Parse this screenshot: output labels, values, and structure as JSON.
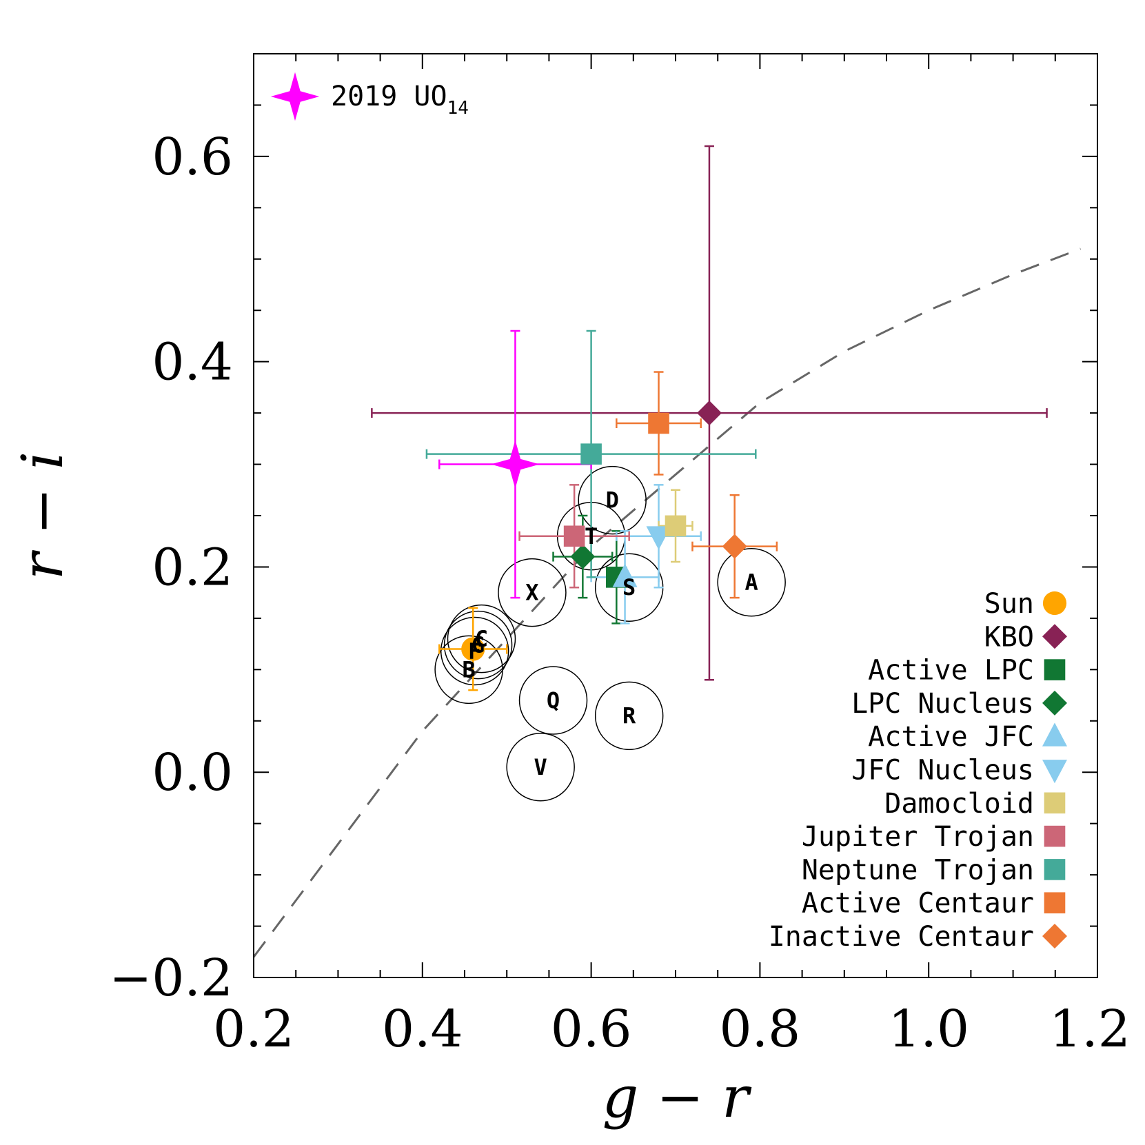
{
  "chart_data": {
    "type": "scatter",
    "xlabel": "g − r",
    "ylabel": "r − i",
    "xlim": [
      0.2,
      1.2
    ],
    "ylim": [
      -0.2,
      0.7
    ],
    "x_ticks": [
      "0.2",
      "0.4",
      "0.6",
      "0.8",
      "1.0",
      "1.2"
    ],
    "y_ticks": [
      "−0.2",
      "0.0",
      "0.2",
      "0.4",
      "0.6"
    ],
    "grid": false,
    "reference_curve": {
      "style": "dashed",
      "color": "#666666",
      "points": [
        [
          0.2,
          -0.18
        ],
        [
          0.3,
          -0.07
        ],
        [
          0.4,
          0.04
        ],
        [
          0.5,
          0.13
        ],
        [
          0.6,
          0.22
        ],
        [
          0.7,
          0.29
        ],
        [
          0.8,
          0.36
        ],
        [
          0.9,
          0.41
        ],
        [
          1.0,
          0.45
        ],
        [
          1.1,
          0.485
        ],
        [
          1.18,
          0.51
        ]
      ]
    },
    "highlight": {
      "label_main": "2019 UO",
      "label_sub": "14",
      "marker": "star4",
      "color": "#ff00ff",
      "x": 0.51,
      "y": 0.3,
      "xerr": [
        0.09,
        0.09
      ],
      "yerr": [
        0.13,
        0.13
      ]
    },
    "series": [
      {
        "name": "Sun",
        "marker": "circle",
        "color": "#ffa500",
        "x": 0.46,
        "y": 0.12,
        "xerr": [
          0.04,
          0.04
        ],
        "yerr": [
          0.04,
          0.04
        ]
      },
      {
        "name": "KBO",
        "marker": "diamond",
        "color": "#882255",
        "x": 0.74,
        "y": 0.35,
        "xerr": [
          0.4,
          0.4
        ],
        "yerr": [
          0.26,
          0.26
        ]
      },
      {
        "name": "Active LPC",
        "marker": "square",
        "color": "#117733",
        "x": 0.63,
        "y": 0.19,
        "xerr": [
          0.0,
          0.0
        ],
        "yerr": [
          0.045,
          0.045
        ]
      },
      {
        "name": "LPC Nucleus",
        "marker": "diamond",
        "color": "#117733",
        "x": 0.59,
        "y": 0.21,
        "xerr": [
          0.035,
          0.035
        ],
        "yerr": [
          0.04,
          0.04
        ]
      },
      {
        "name": "Active JFC",
        "marker": "triangle-up",
        "color": "#88ccee",
        "x": 0.64,
        "y": 0.19,
        "xerr": [
          0.04,
          0.04
        ],
        "yerr": [
          0.045,
          0.045
        ]
      },
      {
        "name": "JFC Nucleus",
        "marker": "triangle-down",
        "color": "#88ccee",
        "x": 0.68,
        "y": 0.23,
        "xerr": [
          0.05,
          0.05
        ],
        "yerr": [
          0.05,
          0.05
        ]
      },
      {
        "name": "Damocloid",
        "marker": "square",
        "color": "#ddcc77",
        "x": 0.7,
        "y": 0.24,
        "xerr": [
          0.02,
          0.02
        ],
        "yerr": [
          0.035,
          0.035
        ]
      },
      {
        "name": "Jupiter Trojan",
        "marker": "square",
        "color": "#cc6677",
        "x": 0.58,
        "y": 0.23,
        "xerr": [
          0.065,
          0.065
        ],
        "yerr": [
          0.05,
          0.05
        ]
      },
      {
        "name": "Neptune Trojan",
        "marker": "square",
        "color": "#44aa99",
        "x": 0.6,
        "y": 0.31,
        "xerr": [
          0.195,
          0.195
        ],
        "yerr": [
          0.12,
          0.12
        ]
      },
      {
        "name": "Active Centaur",
        "marker": "square",
        "color": "#ee7733",
        "x": 0.68,
        "y": 0.34,
        "xerr": [
          0.05,
          0.05
        ],
        "yerr": [
          0.05,
          0.05
        ]
      },
      {
        "name": "Inactive Centaur",
        "marker": "diamond",
        "color": "#ee7733",
        "x": 0.77,
        "y": 0.22,
        "xerr": [
          0.05,
          0.05
        ],
        "yerr": [
          0.05,
          0.05
        ]
      }
    ],
    "taxonomic_classes": [
      {
        "label": "A",
        "x": 0.79,
        "y": 0.185
      },
      {
        "label": "B",
        "x": 0.455,
        "y": 0.1
      },
      {
        "label": "C",
        "x": 0.47,
        "y": 0.13
      },
      {
        "label": "D",
        "x": 0.625,
        "y": 0.265
      },
      {
        "label": "F",
        "x": 0.462,
        "y": 0.118
      },
      {
        "label": "G",
        "x": 0.466,
        "y": 0.124
      },
      {
        "label": "Q",
        "x": 0.555,
        "y": 0.07
      },
      {
        "label": "R",
        "x": 0.645,
        "y": 0.055
      },
      {
        "label": "S",
        "x": 0.645,
        "y": 0.18
      },
      {
        "label": "T",
        "x": 0.6,
        "y": 0.23
      },
      {
        "label": "V",
        "x": 0.54,
        "y": 0.005
      },
      {
        "label": "X",
        "x": 0.53,
        "y": 0.175
      }
    ],
    "legend_position": "bottom-right",
    "highlight_legend_position": "top-left"
  }
}
